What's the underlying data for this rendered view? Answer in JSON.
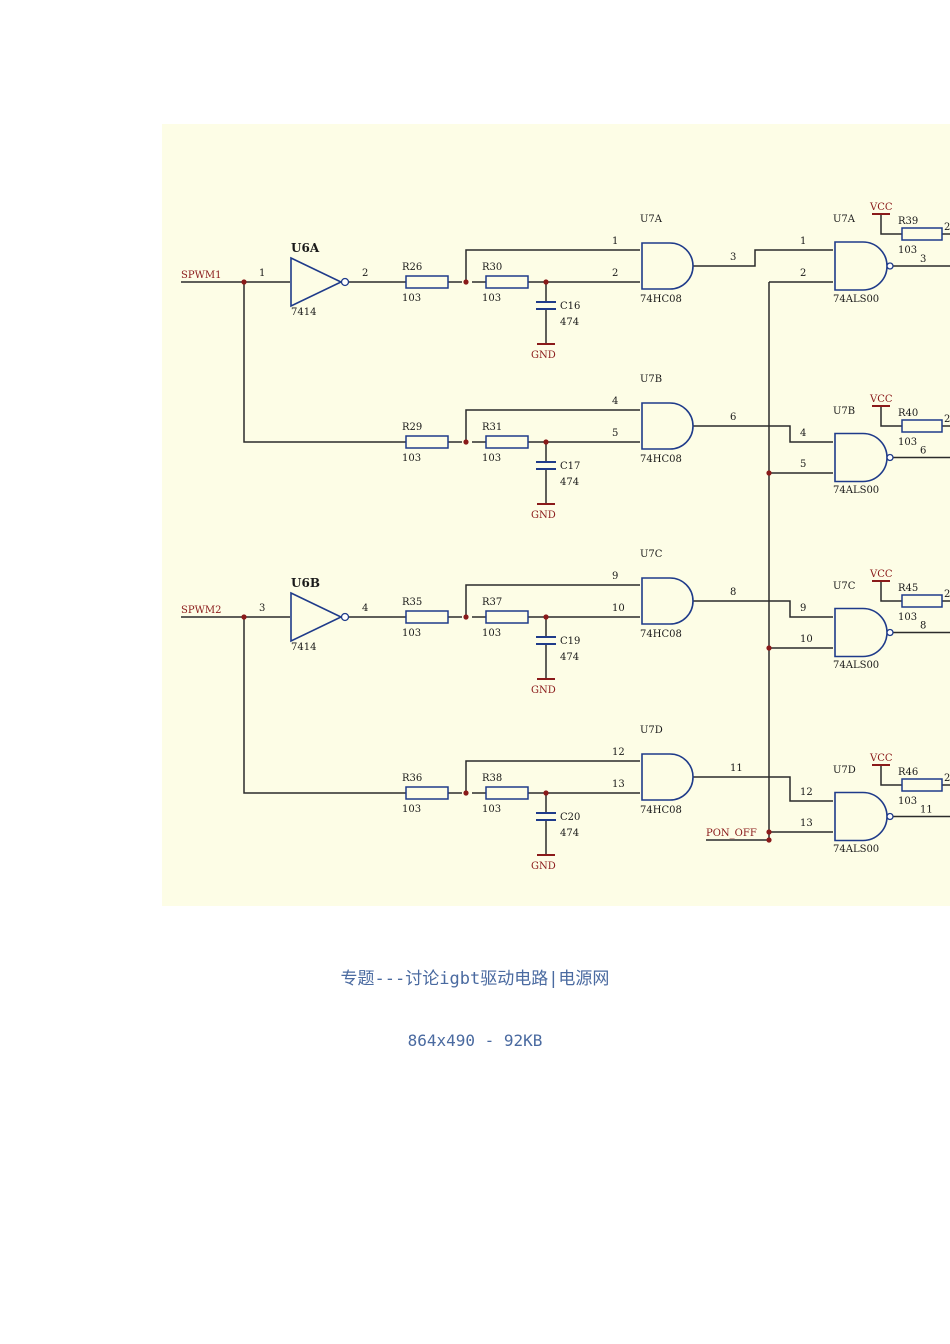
{
  "diagram": {
    "inputs": [
      "SPWM1",
      "SPWM2"
    ],
    "pon_label": "PON_OFF",
    "inverter_type": "7414",
    "and_type": "74HC08",
    "nand_type": "74ALS00",
    "gnd_label": "GND",
    "vcc_label": "VCC",
    "inverters": [
      {
        "name": "U6A",
        "pin_in": "1",
        "pin_out": "2"
      },
      {
        "name": "U6B",
        "pin_in": "3",
        "pin_out": "4"
      }
    ],
    "channels": [
      {
        "r1": "R26",
        "r1v": "103",
        "r2": "R30",
        "r2v": "103",
        "cap": "C16",
        "capv": "474",
        "and": "U7A",
        "and_in1": "1",
        "and_in2": "2",
        "and_out": "3",
        "nand": "U7A",
        "nand_in1": "1",
        "nand_in2": "2",
        "nand_out": "3",
        "rp": "R39",
        "rpv": "103",
        "rp_pin": "2"
      },
      {
        "r1": "R29",
        "r1v": "103",
        "r2": "R31",
        "r2v": "103",
        "cap": "C17",
        "capv": "474",
        "and": "U7B",
        "and_in1": "4",
        "and_in2": "5",
        "and_out": "6",
        "nand": "U7B",
        "nand_in1": "4",
        "nand_in2": "5",
        "nand_out": "6",
        "rp": "R40",
        "rpv": "103",
        "rp_pin": "2"
      },
      {
        "r1": "R35",
        "r1v": "103",
        "r2": "R37",
        "r2v": "103",
        "cap": "C19",
        "capv": "474",
        "and": "U7C",
        "and_in1": "9",
        "and_in2": "10",
        "and_out": "8",
        "nand": "U7C",
        "nand_in1": "9",
        "nand_in2": "10",
        "nand_out": "8",
        "rp": "R45",
        "rpv": "103",
        "rp_pin": "2"
      },
      {
        "r1": "R36",
        "r1v": "103",
        "r2": "R38",
        "r2v": "103",
        "cap": "C20",
        "capv": "474",
        "and": "U7D",
        "and_in1": "12",
        "and_in2": "13",
        "and_out": "11",
        "nand": "U7D",
        "nand_in1": "12",
        "nand_in2": "13",
        "nand_out": "11",
        "rp": "R46",
        "rpv": "103",
        "rp_pin": "2"
      }
    ]
  },
  "caption": {
    "title": "专题---讨论igbt驱动电路|电源网",
    "meta": "864x490 - 92KB"
  }
}
